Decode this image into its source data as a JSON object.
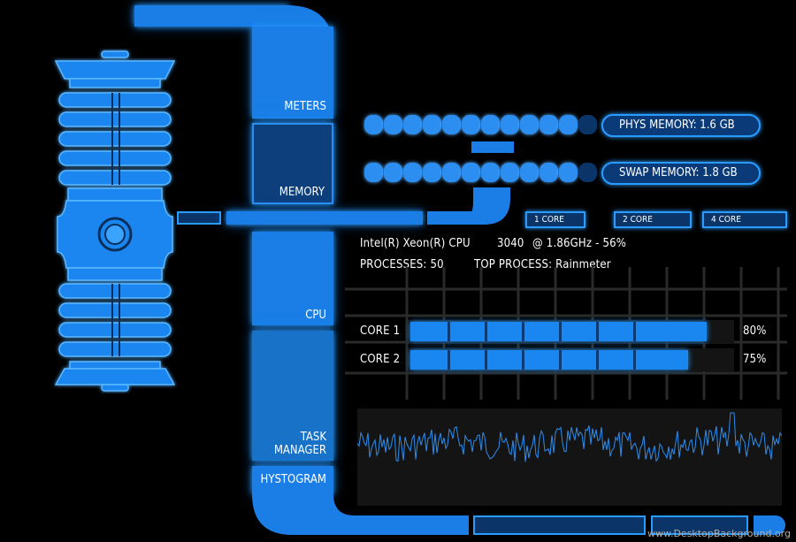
{
  "nav": {
    "meters": "METERS",
    "memory": "MEMORY",
    "cpu": "CPU",
    "task_manager_line1": "TASK",
    "task_manager_line2": "MANAGER",
    "histogram": "HYSTOGRAM"
  },
  "memory": {
    "phys_label": "PHYS MEMORY:",
    "phys_value": "1.6 GB",
    "swap_label": "SWAP MEMORY:",
    "swap_value": "1.8 GB",
    "phys_fill_fraction": 0.95,
    "swap_fill_fraction": 0.95
  },
  "cpu": {
    "core_buttons": [
      "1 CORE",
      "2 CORE",
      "4 CORE"
    ],
    "model_text": "Intel(R) Xeon(R) CPU",
    "model_number": "3040",
    "speed_text": "@ 1.86GHz - 56%",
    "processes_label": "PROCESSES: 50",
    "top_process_label": "TOP PROCESS: Rainmeter",
    "cores": [
      {
        "label": "CORE 1",
        "percent": 80,
        "percent_text": "80%"
      },
      {
        "label": "CORE 2",
        "percent": 75,
        "percent_text": "75%"
      }
    ]
  },
  "watermark": "www.DesktopBackground.org",
  "colors": {
    "accent": "#1a7ee6",
    "glow": "#2a9bff",
    "dark": "#0a3a78"
  }
}
